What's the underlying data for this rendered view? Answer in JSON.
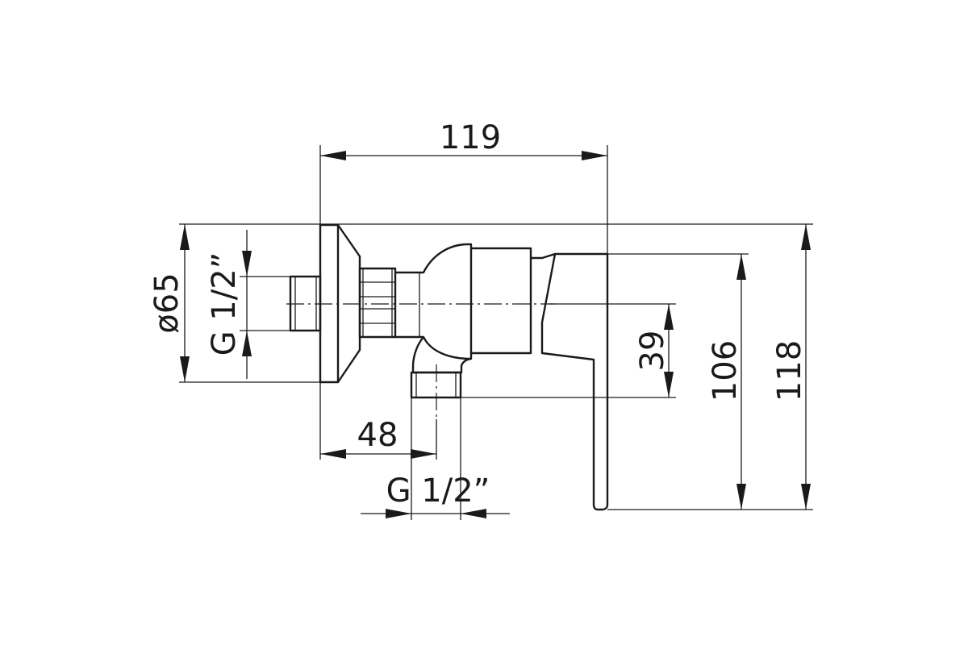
{
  "diagram": {
    "line_color": "#1a1a1a",
    "background": "#ffffff",
    "dimensions": {
      "total_length": "119",
      "flange_diameter": "ø65",
      "inlet_thread": "G 1/2”",
      "outlet_offset": "48",
      "outlet_thread": "G 1/2”",
      "axis_to_outlet": "39",
      "lever_height": "106",
      "total_height": "118"
    }
  }
}
